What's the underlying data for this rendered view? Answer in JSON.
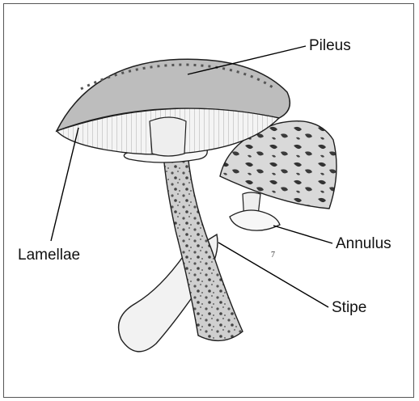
{
  "labels": {
    "pileus": "Pileus",
    "lamellae": "Lamellae",
    "annulus": "Annulus",
    "stipe": "Stipe",
    "plate_number": "7"
  },
  "colors": {
    "ink": "#1e1e1e",
    "frame": "#555555",
    "shade": "#9a9a9a",
    "highlight": "#f2f2f2"
  }
}
